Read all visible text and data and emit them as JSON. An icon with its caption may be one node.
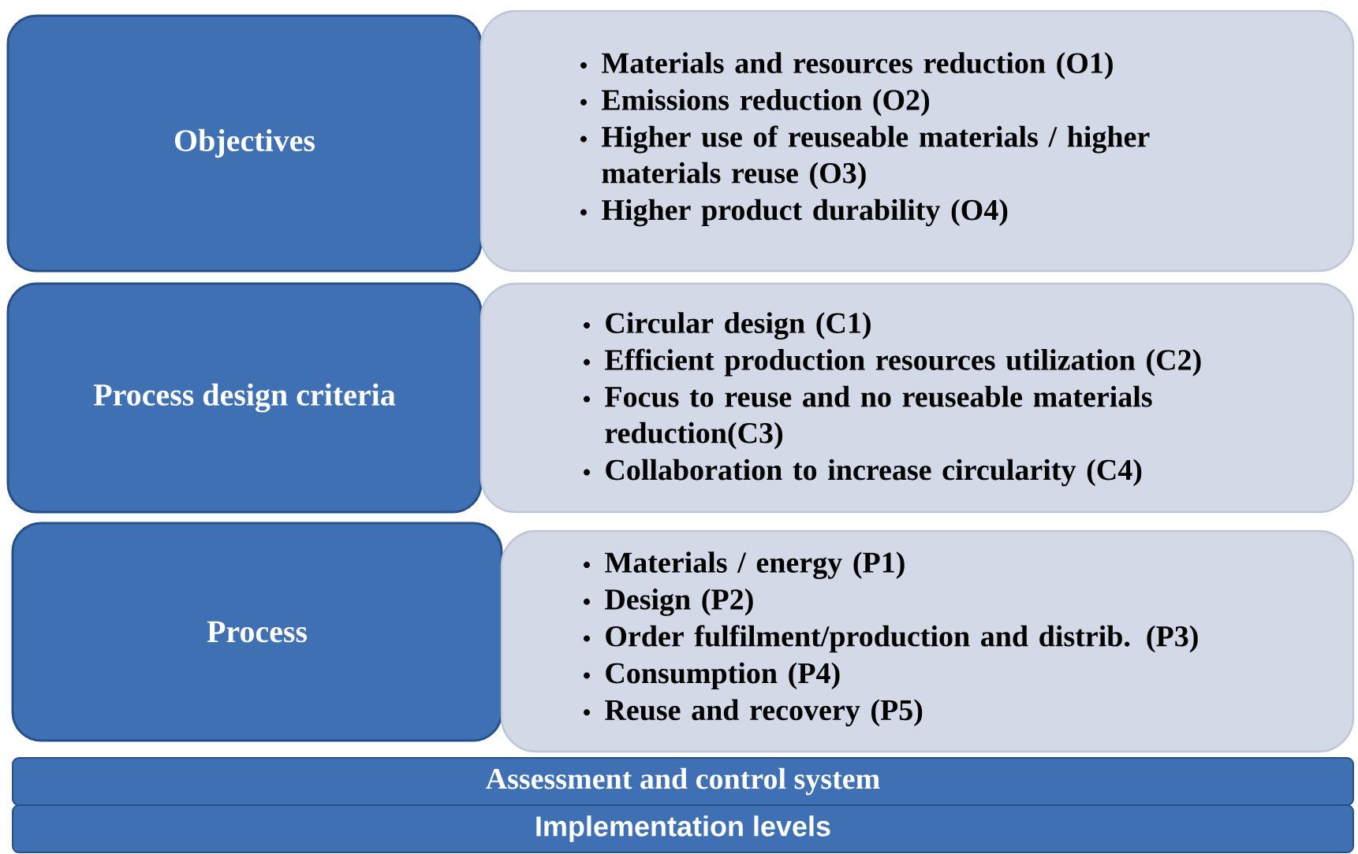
{
  "diagram": {
    "nodes": [
      {
        "text": [
          "Objectives"
        ]
      },
      {
        "text": [
          "Materials and resources reduction (O1)",
          "Emissions reduction (O2)",
          "Higher use of reuseable materials / higher materials reuse (O3)",
          "Higher product durability (O4)"
        ]
      },
      {
        "text": [
          "Process design criteria"
        ]
      },
      {
        "text": [
          "Circular design (C1)",
          "Efficient production resources utilization  (C2)",
          "Focus to reuse and no reuseable materials reduction(C3)",
          "Collaboration to increase circularity (C4)"
        ]
      },
      {
        "text": [
          "Process"
        ]
      },
      {
        "text": [
          "Materials / energy (P1)",
          "Design (P2)",
          "Order fulfilment/production and distrib. (P3)",
          "Consumption (P4)",
          "Reuse and recovery (P5)"
        ]
      },
      {
        "text": [
          "Assessment and control system"
        ]
      },
      {
        "text": [
          "Implementation levels"
        ]
      }
    ]
  }
}
